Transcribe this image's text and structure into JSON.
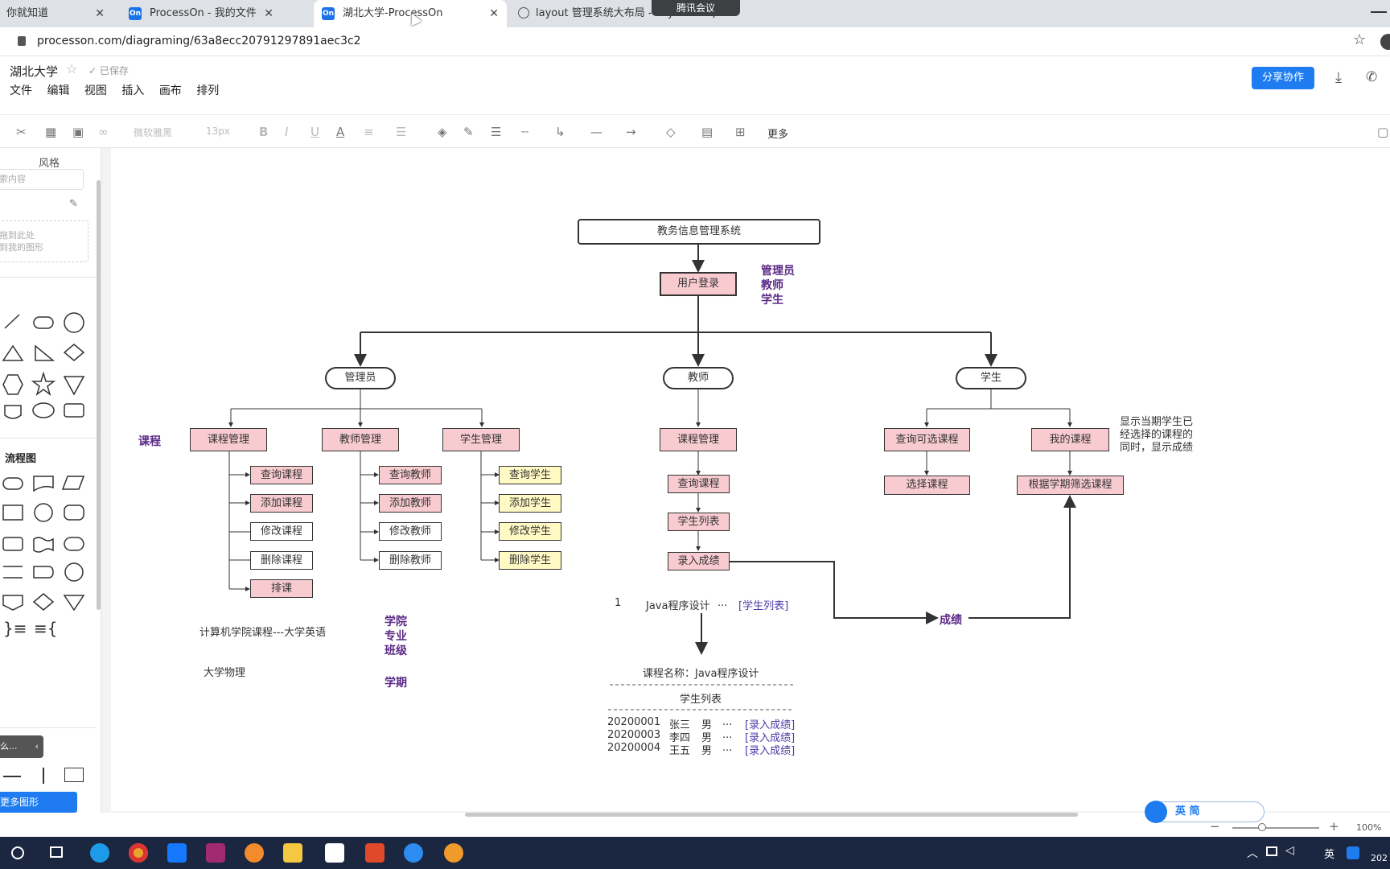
{
  "browser": {
    "tabs": [
      {
        "title": "你就知道",
        "favicon": ""
      },
      {
        "title": "ProcessOn - 我的文件",
        "favicon": "On"
      },
      {
        "title": "湖北大学-ProcessOn",
        "favicon": "On"
      },
      {
        "title": "layout 管理系统大布局 - Layui",
        "favicon": "globe-icon"
      }
    ],
    "meeting_badge": "腾讯会议",
    "url": "processon.com/diagraming/63a8ecc20791297891aec3c2"
  },
  "app": {
    "doc_title": "湖北大学",
    "saved_status": "已保存",
    "menu": [
      "文件",
      "编辑",
      "视图",
      "插入",
      "画布",
      "排列"
    ],
    "share_button": "分享协作",
    "toolbar": {
      "font": "微软雅黑",
      "font_size": "13px",
      "more": "更多"
    }
  },
  "left_panel": {
    "style_tab": "风格",
    "search_placeholder": "索内容",
    "drop_hint_1": "拖到此处",
    "drop_hint_2": "到我的图形",
    "flowchart_section": "流程图",
    "collapse_label": "么...",
    "more_shapes": "更多图形"
  },
  "diagram": {
    "root": "教务信息管理系统",
    "login": "用户登录",
    "roles_note": [
      "管理员",
      "教师",
      "学生"
    ],
    "admin": "管理员",
    "teacher": "教师",
    "student": "学生",
    "course_note": "课程",
    "admin_children": [
      "课程管理",
      "教师管理",
      "学生管理"
    ],
    "course_ops": [
      "查询课程",
      "添加课程",
      "修改课程",
      "删除课程",
      "排课"
    ],
    "teacher_ops": [
      "查询教师",
      "添加教师",
      "修改教师",
      "删除教师"
    ],
    "student_ops": [
      "查询学生",
      "添加学生",
      "修改学生",
      "删除学生"
    ],
    "teacher_children": [
      "课程管理",
      "查询课程",
      "学生列表",
      "录入成绩"
    ],
    "student_children": [
      "查询可选课程",
      "我的课程"
    ],
    "student_sub": [
      "选择课程",
      "根据学期筛选课程"
    ],
    "my_course_note": [
      "显示当期学生已",
      "经选择的课程的",
      "同时，显示成绩"
    ],
    "grade_label": "成绩",
    "course_note_line": "计算机学院课程---大学英语",
    "physics_note": "大学物理",
    "school_notes": [
      "学院",
      "专业",
      "班级"
    ],
    "term_note": "学期",
    "list_row": {
      "num": "1",
      "name": "Java程序设计",
      "dots": "...",
      "link": "[学生列表]"
    },
    "course_name": "课程名称：Java程序设计",
    "student_list_title": "学生列表",
    "students": [
      {
        "id": "20200001",
        "name": "张三",
        "sex": "男",
        "dots": "...",
        "action": "[录入成绩]"
      },
      {
        "id": "20200003",
        "name": "李四",
        "sex": "男",
        "dots": "...",
        "action": "[录入成绩]"
      },
      {
        "id": "20200004",
        "name": "王五",
        "sex": "男",
        "dots": "...",
        "action": "[录入成绩]"
      }
    ]
  },
  "status": {
    "zoom": "100%",
    "ime": "英 简"
  },
  "taskbar": {
    "ime": "英",
    "year": "202"
  }
}
